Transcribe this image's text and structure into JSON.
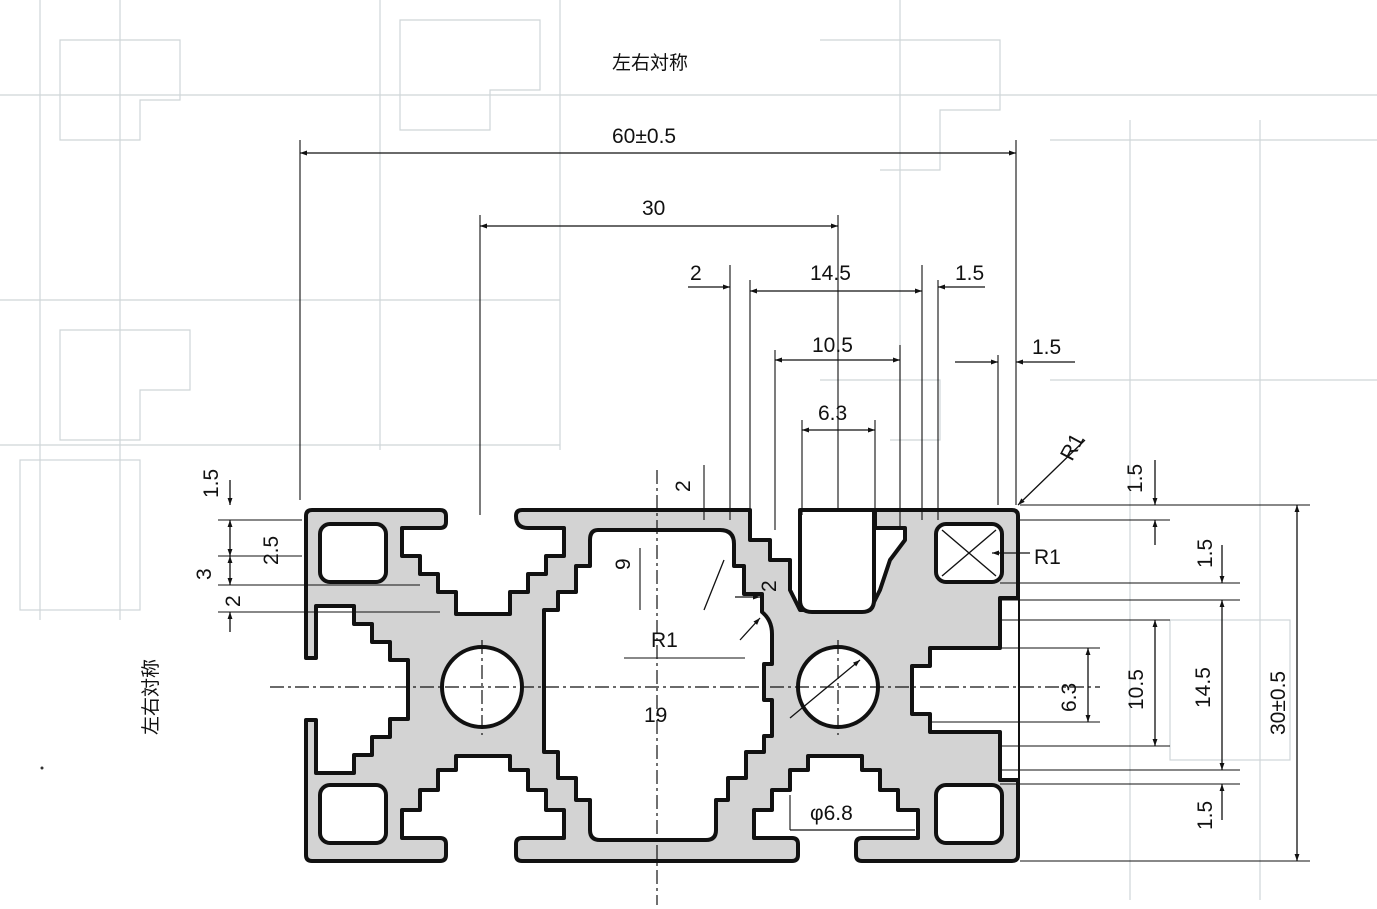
{
  "colors": {
    "ink": "#111111",
    "profile_fill": "#d3d3d3",
    "paper": "#ffffff",
    "ghost": "#cfd5d8"
  },
  "labels": {
    "symmetry_top": "左右対称",
    "symmetry_left": "左右対称",
    "width_overall": "60±0.5",
    "width_half": "30",
    "dim_2_top": "2",
    "dim_14_5_top": "14.5",
    "dim_1_5_top_right": "1.5",
    "dim_10_5_top": "10.5",
    "dim_1_5_right": "1.5",
    "dim_6_3_top": "6.3",
    "radius_r1_corner": "R1",
    "radius_r1_hole": "R1",
    "radius_r1_inner": "R1",
    "dim_1_5_left": "1.5",
    "dim_2_5_left": "2.5",
    "dim_3_left": "3",
    "dim_2_left": "2",
    "dim_2_inner": "2",
    "dim_9_inner": "9",
    "dim_2_slot": "2",
    "dim_19": "19",
    "diameter_6_8": "φ6.8",
    "dim_1_5_right_top": "1.5",
    "dim_1_5_right_mid": "1.5",
    "dim_6_3_right": "6.3",
    "dim_10_5_right": "10.5",
    "dim_14_5_right": "14.5",
    "height_overall": "30±0.5",
    "dim_1_5_right_bottom": "1.5"
  }
}
